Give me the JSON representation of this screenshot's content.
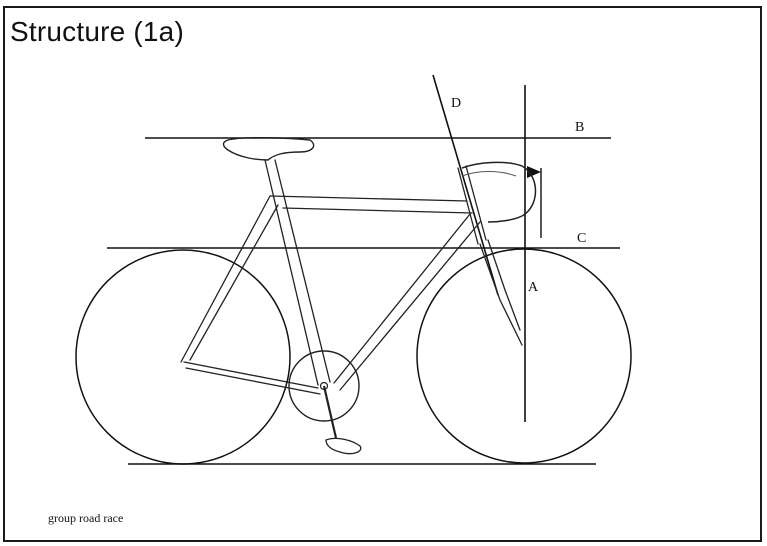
{
  "title": "Structure (1a)",
  "caption": "group road race",
  "labels": {
    "a": "A",
    "b": "B",
    "c": "C",
    "d": "D"
  }
}
